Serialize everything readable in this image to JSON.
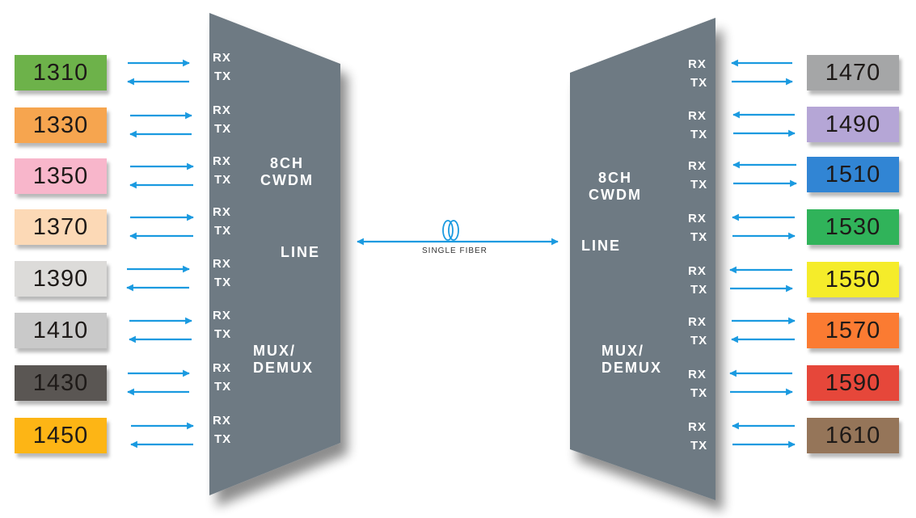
{
  "diagram": {
    "title": "8CH CWDM single fiber MUX/DEMUX",
    "colors": {
      "mux_body": "#6e7a83",
      "arrow": "#1a9ae0",
      "text_on_mux": "#ffffff"
    },
    "link": {
      "label": "SINGLE FIBER",
      "icon": "fiber-coil-icon"
    },
    "left_mux": {
      "title_line1": "8CH",
      "title_line2": "CWDM",
      "line_label": "LINE",
      "mux_line1": "MUX/",
      "mux_line2": "DEMUX",
      "port_labels": {
        "rx": "RX",
        "tx": "TX"
      },
      "channels": [
        {
          "wavelength": "1310",
          "color": "#6db24a",
          "top_arrow": "to-mux",
          "bottom_arrow": "from-mux"
        },
        {
          "wavelength": "1330",
          "color": "#f6a54f",
          "top_arrow": "to-mux",
          "bottom_arrow": "from-mux"
        },
        {
          "wavelength": "1350",
          "color": "#f8b6cb",
          "top_arrow": "to-mux",
          "bottom_arrow": "from-mux"
        },
        {
          "wavelength": "1370",
          "color": "#fcd9b6",
          "top_arrow": "to-mux",
          "bottom_arrow": "from-mux"
        },
        {
          "wavelength": "1390",
          "color": "#dcdbd9",
          "top_arrow": "to-mux",
          "bottom_arrow": "from-mux"
        },
        {
          "wavelength": "1410",
          "color": "#c9c9c9",
          "top_arrow": "to-mux",
          "bottom_arrow": "from-mux"
        },
        {
          "wavelength": "1430",
          "color": "#5a5653",
          "top_arrow": "to-mux",
          "bottom_arrow": "from-mux"
        },
        {
          "wavelength": "1450",
          "color": "#fdb515",
          "top_arrow": "to-mux",
          "bottom_arrow": "from-mux"
        }
      ]
    },
    "right_mux": {
      "title_line1": "8CH",
      "title_line2": "CWDM",
      "line_label": "LINE",
      "mux_line1": "MUX/",
      "mux_line2": "DEMUX",
      "port_labels": {
        "rx": "RX",
        "tx": "TX"
      },
      "channels": [
        {
          "wavelength": "1470",
          "color": "#a5a6a7",
          "top_arrow": "to-mux",
          "bottom_arrow": "from-mux"
        },
        {
          "wavelength": "1490",
          "color": "#b5a6d6",
          "top_arrow": "to-mux",
          "bottom_arrow": "from-mux"
        },
        {
          "wavelength": "1510",
          "color": "#3185d4",
          "top_arrow": "to-mux",
          "bottom_arrow": "from-mux"
        },
        {
          "wavelength": "1530",
          "color": "#30b35a",
          "top_arrow": "to-mux",
          "bottom_arrow": "from-mux"
        },
        {
          "wavelength": "1550",
          "color": "#f5ec2a",
          "top_arrow": "to-mux",
          "bottom_arrow": "from-mux"
        },
        {
          "wavelength": "1570",
          "color": "#fb7b32",
          "top_arrow": "from-mux",
          "bottom_arrow": "to-mux"
        },
        {
          "wavelength": "1590",
          "color": "#e6473a",
          "top_arrow": "to-mux",
          "bottom_arrow": "from-mux"
        },
        {
          "wavelength": "1610",
          "color": "#957559",
          "top_arrow": "to-mux",
          "bottom_arrow": "from-mux"
        }
      ]
    }
  }
}
